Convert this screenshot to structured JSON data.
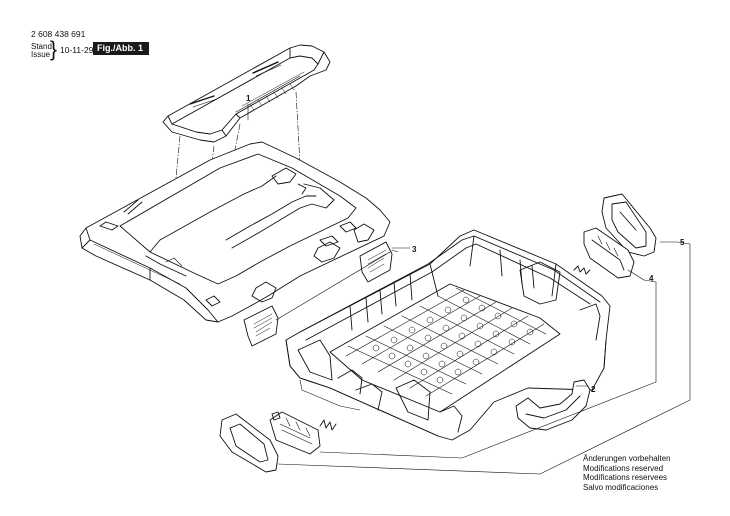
{
  "header": {
    "part_number": "2 608 438 691",
    "stand_label": "Stand",
    "issue_label": "Issue",
    "date": "10-11-29",
    "figure_label": "Fig./Abb. 1"
  },
  "callouts": [
    "1",
    "2",
    "3",
    "4",
    "5"
  ],
  "notes": [
    "Änderungen vorbehalten",
    "Modifications reserved",
    "Modifications reservees",
    "Salvo modificaciones"
  ]
}
